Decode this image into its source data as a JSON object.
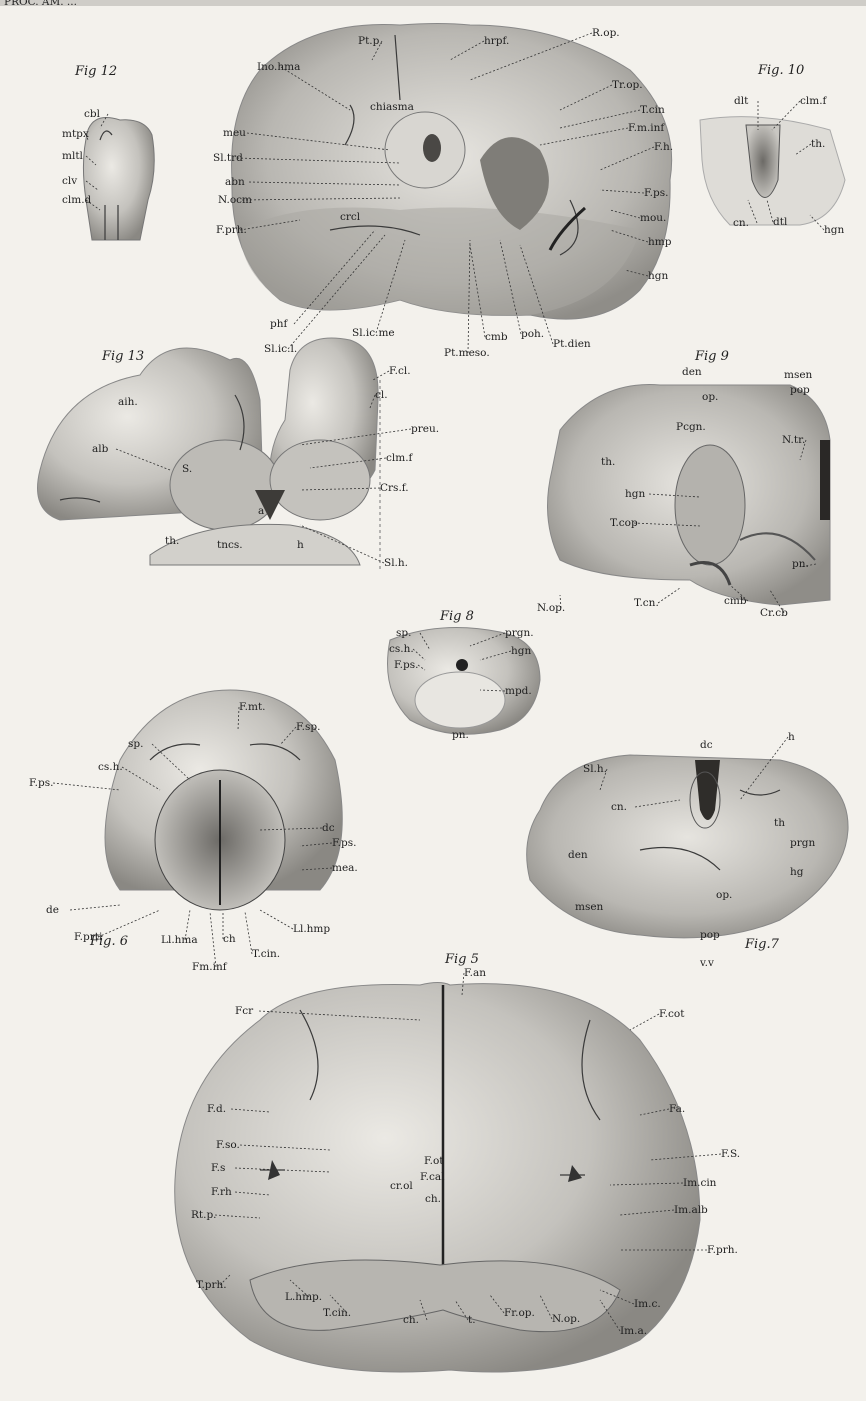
{
  "header_text": "PROC. AM. ...",
  "figures": {
    "fig12": {
      "title": "Fig 12",
      "labels": [
        "mtpx",
        "cbl",
        "mltl",
        "clv",
        "clm.d"
      ]
    },
    "fig11": {
      "title": "Fig. 11",
      "labels": [
        "Pt.p.",
        "hrpf.",
        "R.op.",
        "Ino.hma",
        "chiasma",
        "Tr.op.",
        "T.cin",
        "F.m.inf",
        "meu",
        "Sl.trd",
        "abn",
        "N.ocm",
        "F.prh.",
        "crcl",
        "F.h.",
        "F.ps.",
        "mou.",
        "hmp",
        "hgn",
        "phf",
        "Sl.ic.l.",
        "Sl.ic.me",
        "Pt.meso.",
        "cmb",
        "poh.",
        "Pt.dien"
      ]
    },
    "fig10": {
      "title": "Fig. 10",
      "labels": [
        "dlt",
        "clm.f",
        "th.",
        "cn.",
        "dtl",
        "hgn"
      ]
    },
    "fig13": {
      "title": "Fig 13",
      "labels": [
        "F.cl.",
        "cl.",
        "aih.",
        "alb",
        "preu.",
        "S.",
        "clm.f",
        "a",
        "Crs.f.",
        "th.",
        "tncs.",
        "h",
        "Sl.h."
      ]
    },
    "fig9": {
      "title": "Fig 9",
      "labels": [
        "den",
        "msen",
        "pop",
        "op.",
        "Pcgn.",
        "N.tr.",
        "th.",
        "hgn",
        "T.cop",
        "pn.",
        "N.op.",
        "T.cn.",
        "cmb",
        "Cr.cb"
      ]
    },
    "fig8": {
      "title": "Fig 8",
      "labels": [
        "sp.",
        "prgn.",
        "cs.h.",
        "hgn",
        "F.ps.",
        "mpd.",
        "pn."
      ]
    },
    "fig6": {
      "title": "Fig. 6",
      "labels": [
        "F.mt.",
        "sp.",
        "F.sp.",
        "cs.h.",
        "F.ps.",
        "dc",
        "F.ps.",
        "mea.",
        "de",
        "F.prti",
        "Ll.hma",
        "ch",
        "Ll.hmp",
        "T.cin.",
        "Fm.inf"
      ]
    },
    "fig7": {
      "title": "Fig.7",
      "labels": [
        "Sl.h.",
        "dc",
        "h",
        "cn.",
        "th",
        "prgn",
        "den",
        "hg",
        "op.",
        "msen",
        "pop",
        "v.v"
      ]
    },
    "fig5": {
      "title": "Fig 5",
      "labels": [
        "F.an",
        "Fcr",
        "F.cot",
        "F.d.",
        "Fa.",
        "F.so.",
        "F.S.",
        "F.s",
        "F.ot",
        "F.rh",
        "F.cal",
        "cr.ol",
        "Im.cin",
        "Rt.p.",
        "Im.alb",
        "ch.",
        "F.prh.",
        "T.prh.",
        "L.hmp.",
        "T.cin.",
        "ch.",
        "t.",
        "Fr.op.",
        "N.op.",
        "Im.a.",
        "Im.c."
      ]
    }
  },
  "colors": {
    "paper": "#f3f1ec",
    "ink": "#1f1f1f",
    "shade": "#9a9a9a"
  }
}
